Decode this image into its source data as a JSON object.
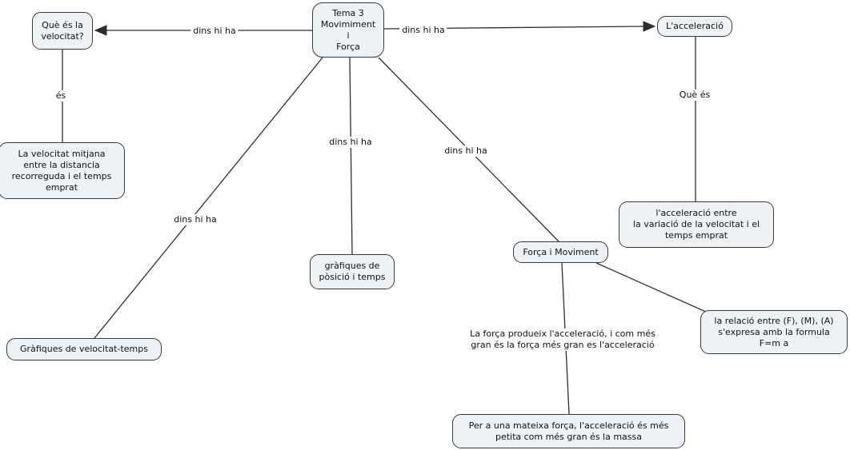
{
  "colors": {
    "background": "#ffffff",
    "node_fill": "#ecf2f5",
    "node_border": "#3a3a3a",
    "line": "#2e2e2e",
    "text": "#111111"
  },
  "nodes": {
    "tema3": {
      "text": "Tema 3\nMovimiment\ni\nForça"
    },
    "que_es_velocitat": {
      "text": "Què és la\nvelocitat?"
    },
    "acceleracio": {
      "text": "L'acceleració"
    },
    "velocitat_mitjana": {
      "text": "La velocitat mitjana\nentre la distancia\nrecorreguda i el temps\nemprat"
    },
    "grafiques_posicio": {
      "text": "gràfiques de\npòsició i temps"
    },
    "forca_moviment": {
      "text": "Força i Moviment"
    },
    "acceleracio_entre": {
      "text": "l'acceleració entre\nla variació de la velocitat i el\ntemps emprat"
    },
    "grafiques_velocitat": {
      "text": "Gràfiques de velocitat-temps"
    },
    "relacio_formula": {
      "text": "la relació entre (F), (M), (A)\ns'expresa amb la formula\nF=m a"
    },
    "mateixa_forca": {
      "text": "Per a una mateixa força, l'acceleració és més\npetita com més gran és la massa"
    }
  },
  "edge_labels": {
    "dins_hi_ha_velocitat": "dins hi ha",
    "dins_hi_ha_acceleracio": "dins hi ha",
    "es": "és",
    "que_es": "Què és",
    "dins_hi_ha_graf_velocitat": "dins hi ha",
    "dins_hi_ha_graf_posicio": "dins hi ha",
    "dins_hi_ha_forca": "dins hi ha",
    "forca_produeix": "La força produeix l'acceleració, i com més\ngran és la força més gran es l'acceleració"
  }
}
